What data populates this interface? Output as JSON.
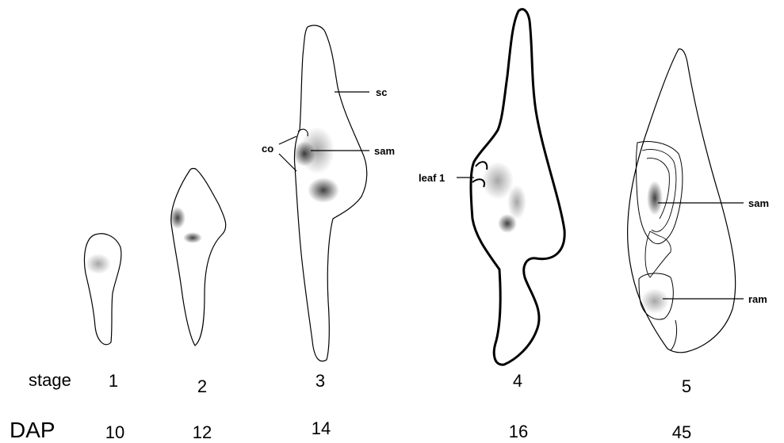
{
  "row_labels": {
    "stage": "stage",
    "dap": "DAP"
  },
  "stages": [
    "1",
    "2",
    "3",
    "4",
    "5"
  ],
  "dap": [
    "10",
    "12",
    "14",
    "16",
    "45"
  ],
  "annotations": {
    "sc": "sc",
    "co": "co",
    "sam3": "sam",
    "leaf1": "leaf 1",
    "sam5": "sam",
    "ram": "ram"
  },
  "colors": {
    "ink": "#000000",
    "background": "#ffffff"
  }
}
